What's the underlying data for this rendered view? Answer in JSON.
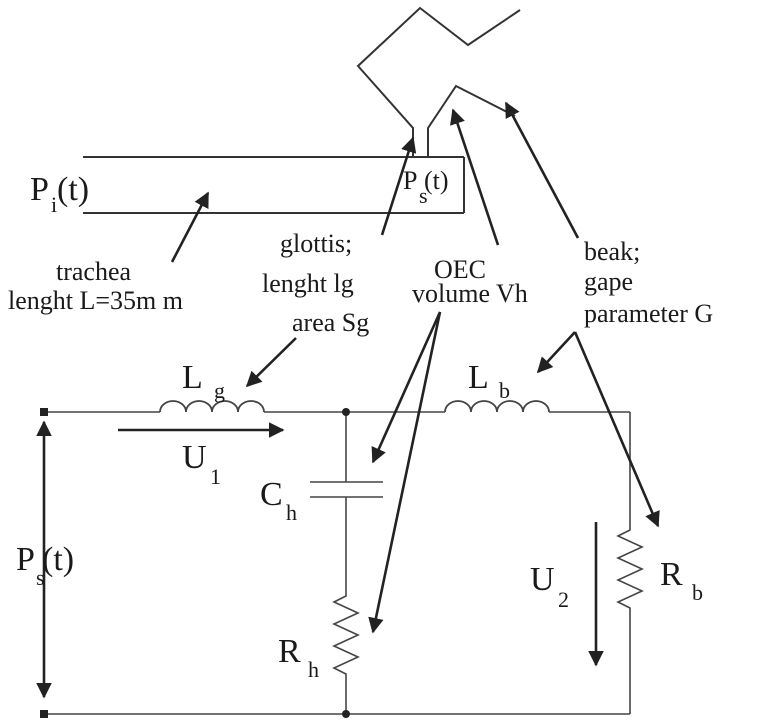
{
  "labels": {
    "p_i": "P",
    "p_i_sub": "i",
    "p_i_arg": "(t)",
    "p_s_top": "P",
    "p_s_top_sub": "s",
    "p_s_top_arg": "(t)",
    "trachea_1": "trachea",
    "trachea_2": "lenght L=35m m",
    "glottis_1": "glottis;",
    "glottis_2": "lenght lg",
    "glottis_3": "area Sg",
    "oec_1": "OEC",
    "oec_2": "volume Vh",
    "beak_1": "beak;",
    "beak_2": "gape",
    "beak_3": "parameter  G",
    "l_g": "L",
    "l_g_sub": "g",
    "l_b": "L",
    "l_b_sub": "b",
    "u_1": "U",
    "u_1_sub": "1",
    "c_h": "C",
    "c_h_sub": "h",
    "p_s_left": "P",
    "p_s_left_sub": "s",
    "p_s_left_arg": "(t)",
    "u_2": "U",
    "u_2_sub": "2",
    "r_b": "R",
    "r_b_sub": "b",
    "r_h": "R",
    "r_h_sub": "h"
  }
}
